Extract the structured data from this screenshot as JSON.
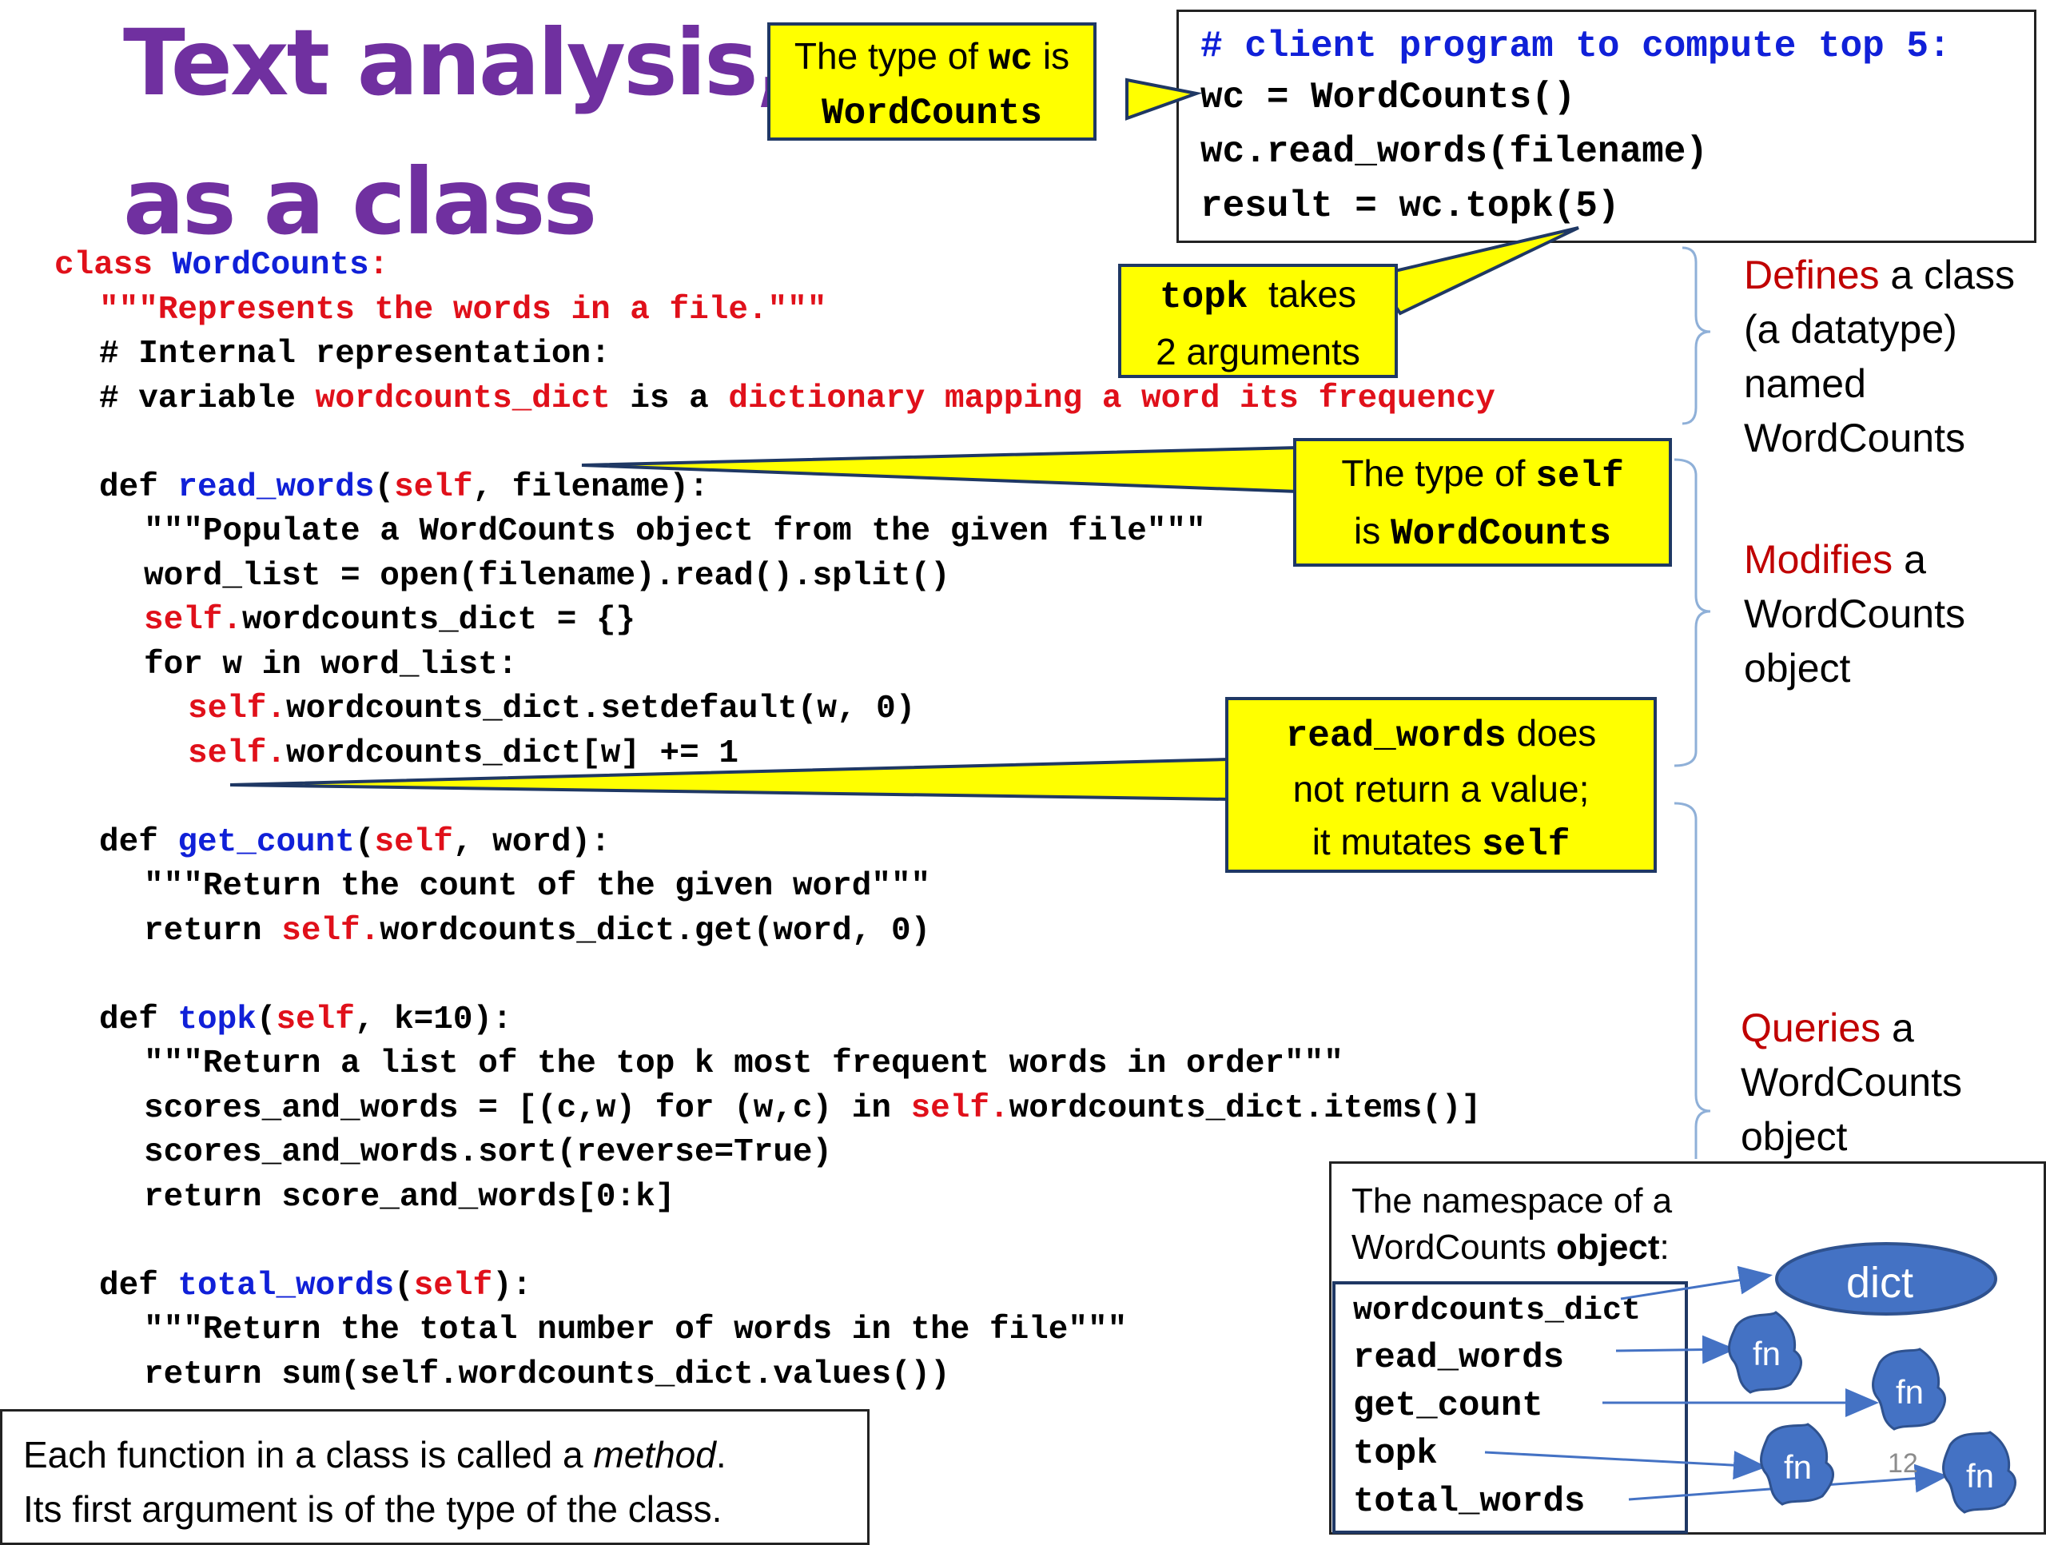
{
  "title": {
    "line1": "Text analysis,",
    "line2": "as a class"
  },
  "code": {
    "class_kw": "class ",
    "class_name": "WordCounts",
    "class_colon": ":",
    "docstring": "\"\"\"Represents the words in a file.\"\"\"",
    "comment1": "# Internal representation:",
    "comment2_pre": "# variable ",
    "comment2_var": "wordcounts_dict",
    "comment2_mid": " is a ",
    "comment2_tail": "dictionary mapping a word its frequency",
    "def_read_pre": "def ",
    "def_read_name": "read_words",
    "def_read_open": "(",
    "def_read_self": "self",
    "def_read_rest": ", filename):",
    "read_doc": "\"\"\"Populate a WordCounts object from the given file\"\"\"",
    "read_l2": "word_list = open(filename).read().split()",
    "read_l3_self": "self.",
    "read_l3_rest": "wordcounts_dict = {}",
    "read_l4": "for w in word_list:",
    "read_l5_self": "self.",
    "read_l5_rest": "wordcounts_dict.setdefault(w, 0)",
    "read_l6_self": "self.",
    "read_l6_rest": "wordcounts_dict[w] += 1",
    "def_get_pre": "def ",
    "def_get_name": "get_count",
    "def_get_open": "(",
    "def_get_self": "self",
    "def_get_rest": ", word):",
    "get_doc": "\"\"\"Return the count of the given word\"\"\"",
    "get_l2_pre": "return ",
    "get_l2_self": "self.",
    "get_l2_rest": "wordcounts_dict.get(word, 0)",
    "def_topk_pre": "def ",
    "def_topk_name": "topk",
    "def_topk_open": "(",
    "def_topk_self": "self",
    "def_topk_rest": ", k=10):",
    "topk_doc": "\"\"\"Return a list of the top k most frequent words in order\"\"\"",
    "topk_l2_pre": "scores_and_words = [(c,w) for (w,c) in ",
    "topk_l2_self": "self.",
    "topk_l2_rest": "wordcounts_dict.items()]",
    "topk_l3": "scores_and_words.sort(reverse=True)",
    "topk_l4": "return score_and_words[0:k]",
    "def_total_pre": "def ",
    "def_total_name": "total_words",
    "def_total_open": "(",
    "def_total_self": "self",
    "def_total_rest": "):",
    "total_doc": "\"\"\"Return the total number of words in the file\"\"\"",
    "total_l2": "return sum(self.wordcounts_dict.values())"
  },
  "client": {
    "comment": "# client program to compute top 5:",
    "line1": "wc = WordCounts()",
    "line2": "wc.read_words(filename)",
    "line3": "result = wc.topk(5)"
  },
  "callouts": {
    "wc_type": {
      "pre": "The type of ",
      "code1": "wc",
      "mid": " is",
      "code2": "WordCounts"
    },
    "topk_args": {
      "code": "topk",
      "text1": "  takes",
      "text2": "2 arguments"
    },
    "self_type": {
      "pre": "The type of ",
      "code1": "self",
      "mid": "is ",
      "code2": "WordCounts"
    },
    "read_mutates": {
      "code1": "read_words",
      "text1": " does",
      "text2": "not return a value;",
      "text3": "it mutates ",
      "code2": "self"
    }
  },
  "side": {
    "defines": {
      "red": "Defines",
      "rest1": " a class",
      "line2": "(a datatype)",
      "line3": "named",
      "line4": "WordCounts"
    },
    "modifies": {
      "red": "Modifies",
      "rest1": " a",
      "line2": "WordCounts",
      "line3": "object"
    },
    "queries": {
      "red": "Queries",
      "rest1": " a",
      "line2": "WordCounts",
      "line3": "object"
    }
  },
  "namespace": {
    "caption1": "The namespace of a",
    "caption2_pre": "WordCounts ",
    "caption2_bold": "object",
    "caption2_post": ":",
    "items": [
      "wordcounts_dict",
      "read_words",
      "get_count",
      "topk",
      "total_words"
    ],
    "dict_label": "dict",
    "fn_label": "fn",
    "colors": {
      "shape": "#4472c4",
      "outline": "#2f528f"
    }
  },
  "note": {
    "line1_pre": "Each function in a class is called a ",
    "line1_em": "method",
    "line1_post": ".",
    "line2": "Its first argument is of the type of the class."
  },
  "page_number": "12",
  "colors": {
    "title": "#7030a0",
    "code_red": "#e0101a",
    "code_blue": "#1020d8",
    "callout_fill": "#ffff00",
    "side_red": "#c00000"
  }
}
